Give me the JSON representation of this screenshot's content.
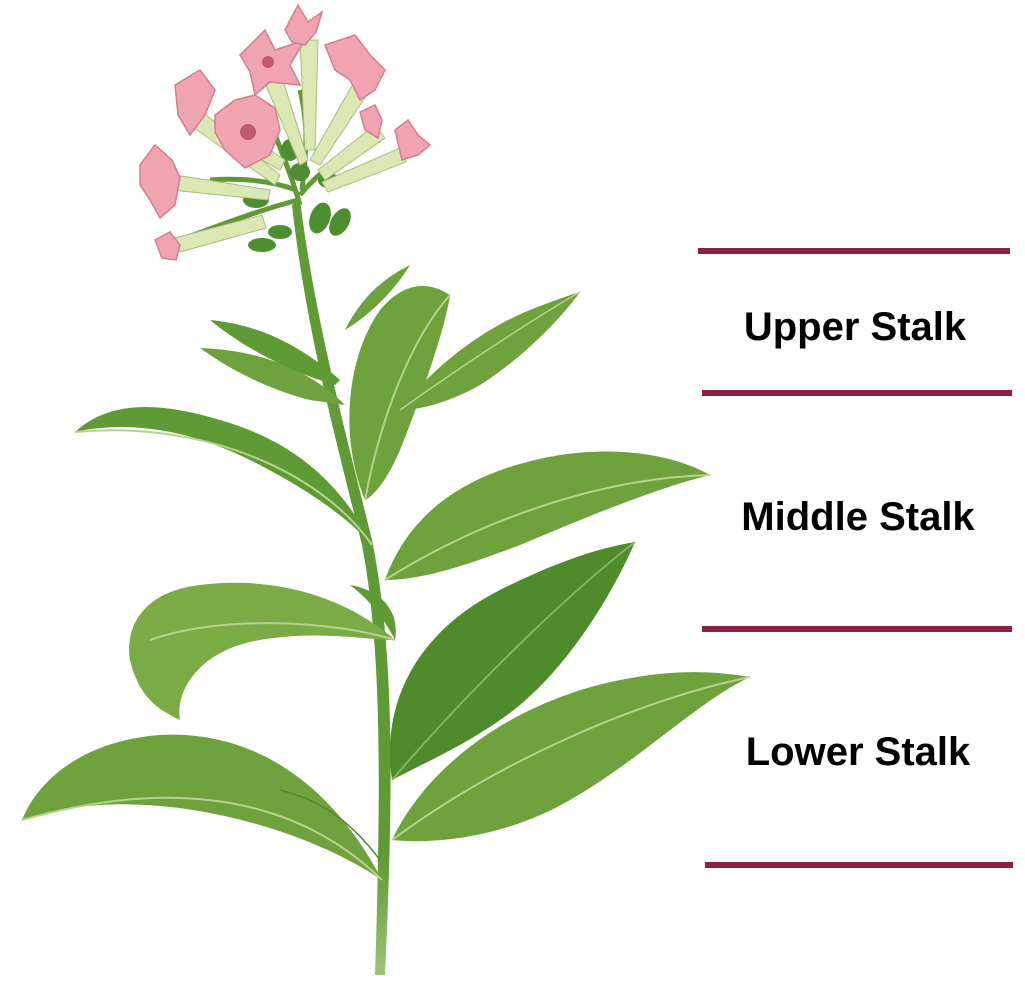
{
  "colors": {
    "divider": "#8b1f46",
    "label": "#000000",
    "stem": "#5f9a35",
    "leaf": "#6fa23d",
    "leaf_dark": "#4f8a2b",
    "leaf_vein": "#b5d38c",
    "flower_petal": "#f0a3b1",
    "flower_tube": "#dbe8b4",
    "calyx": "#4d8e31"
  },
  "zones": [
    {
      "label": "Upper Stalk"
    },
    {
      "label": "Middle Stalk"
    },
    {
      "label": "Lower Stalk"
    }
  ],
  "illustration": {
    "subject": "tobacco-plant",
    "icons": [
      "flower-cluster-icon",
      "leaf-icon",
      "stem-icon"
    ]
  }
}
